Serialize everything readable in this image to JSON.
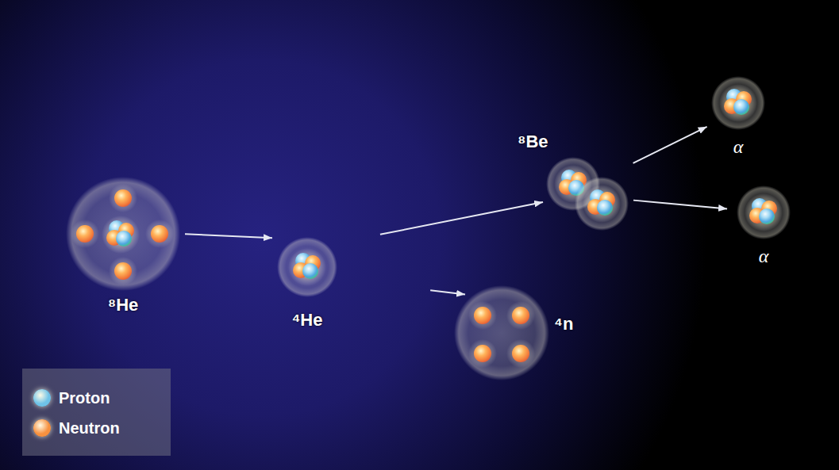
{
  "diagram": {
    "nodes": [
      {
        "text": [
          "⁸He"
        ]
      },
      {
        "text": [
          "⁴He"
        ]
      },
      {
        "text": [
          "⁸Be"
        ]
      },
      {
        "text": [
          "⁴n"
        ]
      },
      {
        "text": [
          "α"
        ]
      },
      {
        "text": [
          "α"
        ]
      }
    ],
    "edges": [
      {
        "from": 0,
        "to": 1,
        "arrow": "to"
      },
      {
        "from": 1,
        "to": 2,
        "arrow": "to"
      },
      {
        "from": 1,
        "to": 3,
        "arrow": "to"
      },
      {
        "from": 2,
        "to": 4,
        "arrow": "to"
      },
      {
        "from": 2,
        "to": 5,
        "arrow": "to"
      }
    ],
    "legend": [
      {
        "text": "Proton",
        "color": "#6fc3e8"
      },
      {
        "text": "Neutron",
        "color": "#f7913f"
      }
    ]
  }
}
